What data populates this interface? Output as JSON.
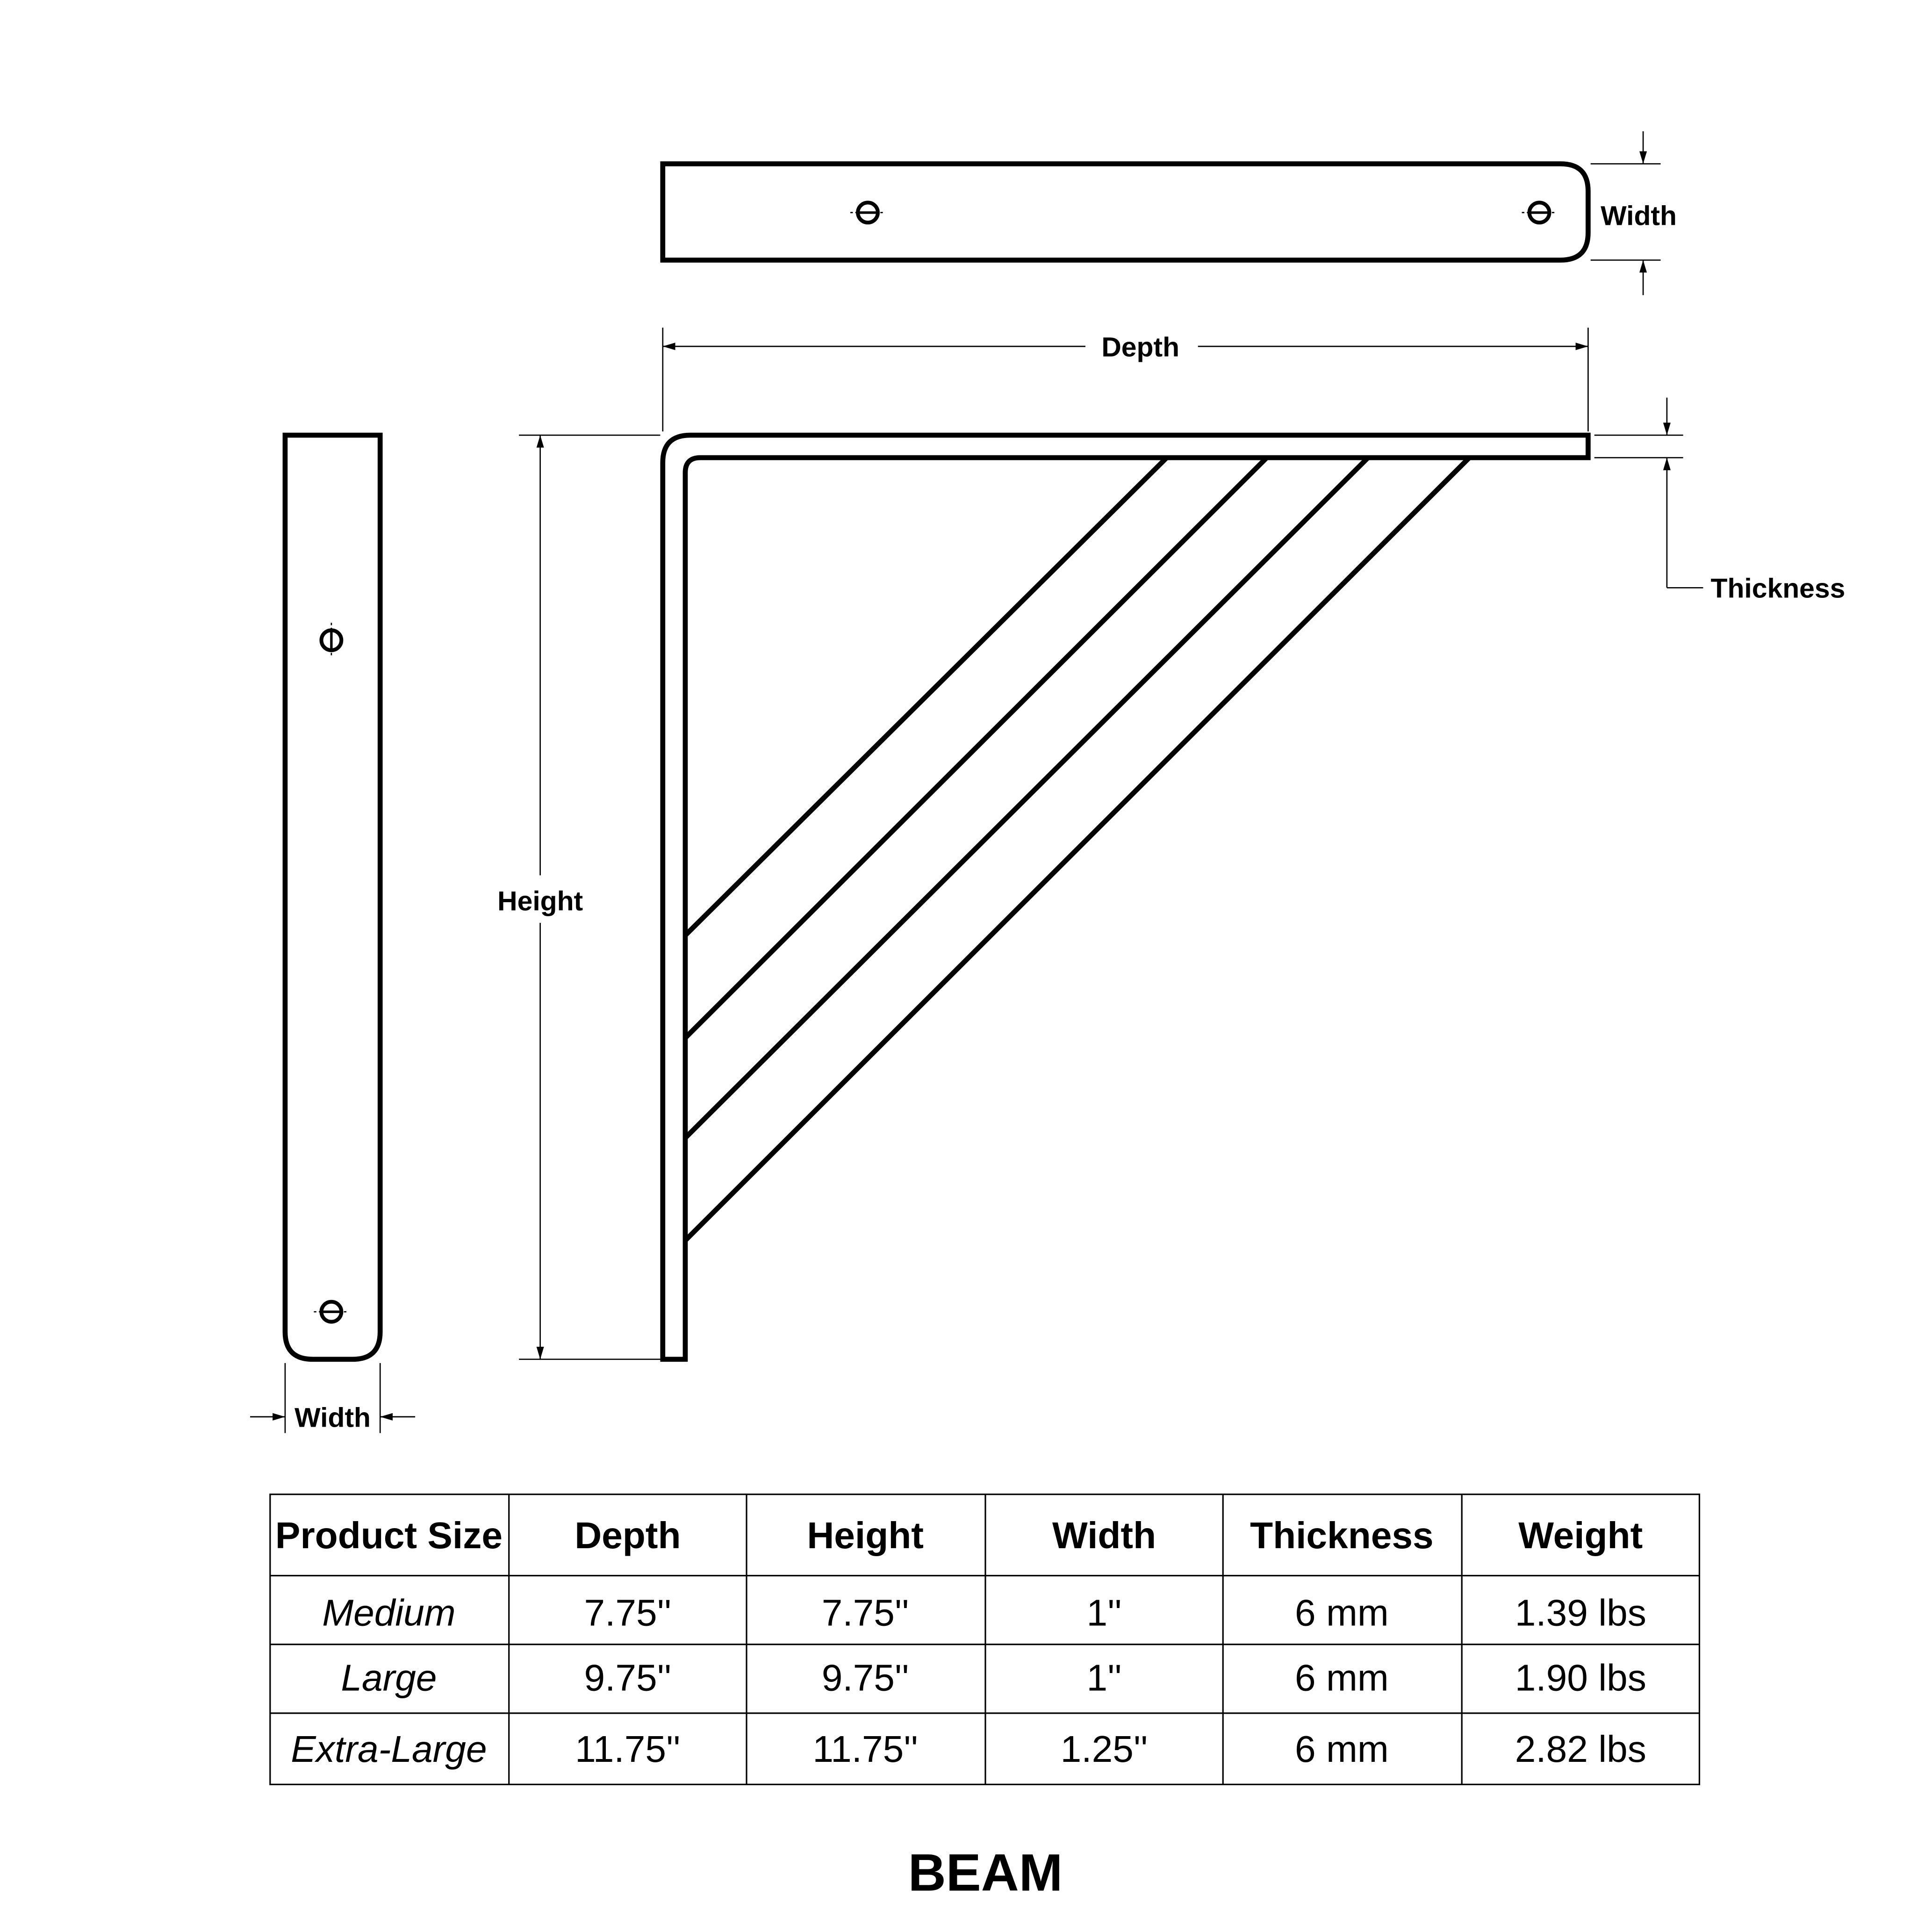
{
  "labels": {
    "width_top": "Width",
    "depth": "Depth",
    "thickness": "Thickness",
    "height": "Height",
    "width_side": "Width"
  },
  "table": {
    "headers": [
      "Product Size",
      "Depth",
      "Height",
      "Width",
      "Thickness",
      "Weight"
    ],
    "rows": [
      [
        "Medium",
        "7.75''",
        "7.75''",
        "1''",
        "6 mm",
        "1.39 lbs"
      ],
      [
        "Large",
        "9.75''",
        "9.75''",
        "1''",
        "6 mm",
        "1.90 lbs"
      ],
      [
        "Extra-Large",
        "11.75''",
        "11.75''",
        "1.25''",
        "6 mm",
        "2.82 lbs"
      ]
    ]
  },
  "title": "BEAM"
}
